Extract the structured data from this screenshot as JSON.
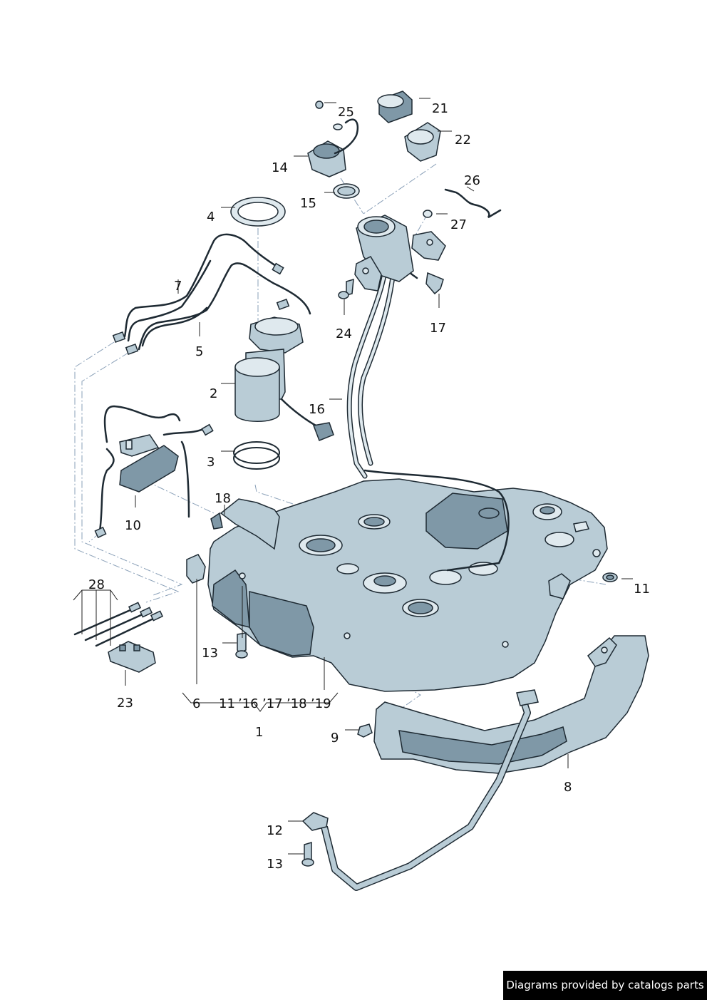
{
  "callouts": {
    "c1": "1",
    "c2": "2",
    "c3": "3",
    "c4": "4",
    "c5": "5",
    "c6": "6",
    "c7": "7",
    "c8": "8",
    "c9": "9",
    "c10": "10",
    "c11a": "11",
    "c11b": "11",
    "c11list": "11",
    "c12": "12",
    "c13a": "13",
    "c13b": "13",
    "c14": "14",
    "c15": "15",
    "c16a": "16",
    "c16list": "’16",
    "c17a": "17",
    "c17list": "’17",
    "c18a": "18",
    "c18list": "’18",
    "c19list": "’19",
    "c21": "21",
    "c22": "22",
    "c23": "23",
    "c24": "24",
    "c25": "25",
    "c26": "26",
    "c27": "27",
    "c28": "28"
  },
  "credit": "Diagrams provided by catalogs parts",
  "colors": {
    "metal": "#b9ccd6",
    "metal_dark": "#7f98a7",
    "outline": "#1e2a33",
    "leader_dash": "#8aa0b8"
  }
}
